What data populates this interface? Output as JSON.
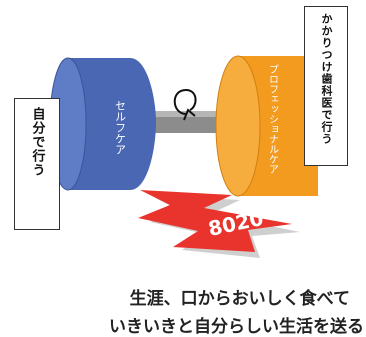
{
  "diagram": {
    "self_care_label": "セルフケア",
    "pro_care_label": "プロフェッショナルケア",
    "self_box": "自分で行う",
    "pro_box": "かかりつけ歯科医で行う",
    "arrow_label": "8020",
    "colors": {
      "self_cylinder": "#4a67b4",
      "pro_cylinder": "#f29b1f",
      "arrow": "#e8342d",
      "axle": "#8c8c8c"
    }
  },
  "caption": {
    "line1": "生涯、口からおいしく食べて",
    "line2": "いきいきと自分らしい生活を送る"
  }
}
